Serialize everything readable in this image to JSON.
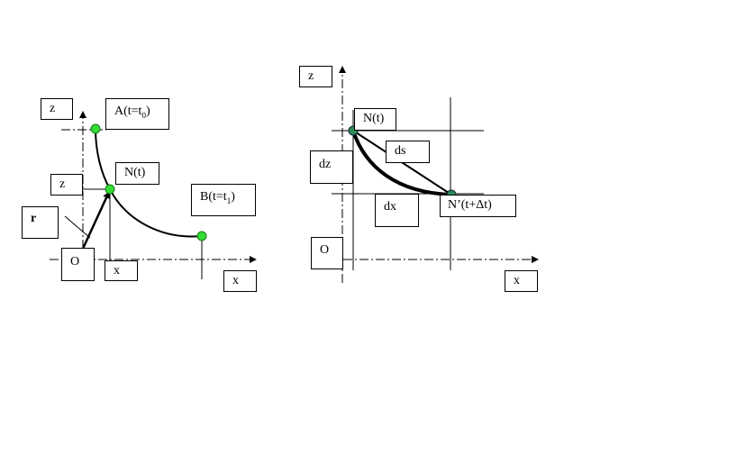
{
  "left_diagram": {
    "axis_z": "z",
    "axis_x": "x",
    "origin": "O",
    "point_a": {
      "main": "A(t=t",
      "sub": "0",
      "tail": ")"
    },
    "point_n": "N(t)",
    "point_b": {
      "main": "B(t=t",
      "sub": "1",
      "tail": ")"
    },
    "coord_z": "z",
    "coord_x": "x",
    "vector_r": "r"
  },
  "right_diagram": {
    "axis_z": "z",
    "axis_x": "x",
    "origin": "O",
    "point_n": "N(t)",
    "point_n_prime": "N’(t+Δt)",
    "ds": "ds",
    "dz": "dz",
    "dx": "dx"
  },
  "colors": {
    "point_bright": "#33dd33",
    "point_dark": "#2e8b57",
    "line": "#000000"
  }
}
